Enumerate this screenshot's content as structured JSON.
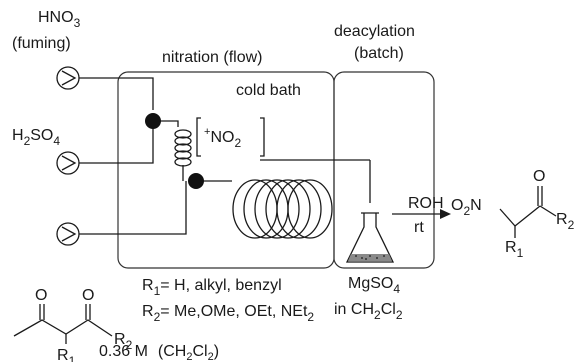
{
  "reagents": {
    "hno3": {
      "formula": "HNO",
      "sub": "3",
      "note": "(fuming)"
    },
    "h2so4": {
      "p1": "H",
      "sub1": "2",
      "p2": "SO",
      "sub2": "4"
    }
  },
  "stages": {
    "nitration": "nitration (flow)",
    "deacylation_line1": "deacylation",
    "deacylation_line2": "(batch)",
    "cold_bath": "cold bath"
  },
  "intermediate": {
    "nitronium": "NO",
    "sub": "2",
    "charge": "+"
  },
  "conditions": {
    "above_arrow": "ROH",
    "below_arrow": "rt",
    "mgso4_p1": "MgSO",
    "mgso4_sub": "4",
    "solvent_p1": "in CH",
    "solvent_sub1": "2",
    "solvent_p2": "Cl",
    "solvent_sub2": "2"
  },
  "substituents": {
    "r1_label": "R",
    "r1_sub": "1",
    "r1_def": "= H, alkyl, benzyl",
    "r2_label": "R",
    "r2_sub": "2",
    "r2_def": "= Me,OMe, OEt, NEt",
    "r2_def_sub": "2"
  },
  "substrate": {
    "o1": "O",
    "o2": "O",
    "r1": "R",
    "r1_sub": "1",
    "r2": "R",
    "r2_sub": "2",
    "conc": "0.36 M",
    "conc_solvent_p1": "(CH",
    "conc_solvent_sub1": "2",
    "conc_solvent_p2": "Cl",
    "conc_solvent_sub2": "2",
    "conc_solvent_p3": ")"
  },
  "product": {
    "o2n": "O",
    "o2n_sub": "2",
    "o2n_n": "N",
    "o": "O",
    "r1": "R",
    "r1_sub": "1",
    "r2": "R",
    "r2_sub": "2"
  }
}
